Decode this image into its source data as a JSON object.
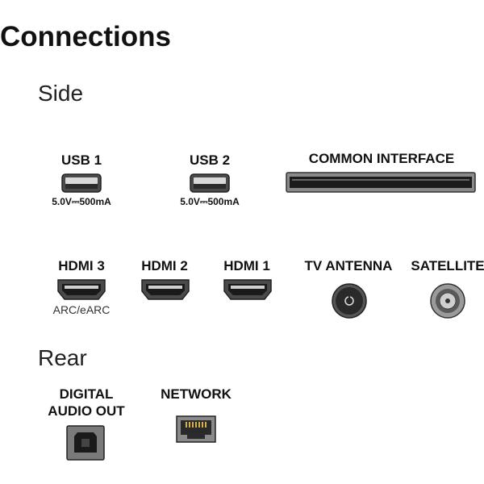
{
  "title": "Connections",
  "sections": {
    "side": "Side",
    "rear": "Rear"
  },
  "side": {
    "usb1": {
      "label": "USB 1",
      "rating": "5.0V⎓500mA"
    },
    "usb2": {
      "label": "USB 2",
      "rating": "5.0V⎓500mA"
    },
    "common_interface": {
      "label": "COMMON INTERFACE"
    },
    "hdmi3": {
      "label": "HDMI 3",
      "note": "ARC/eARC"
    },
    "hdmi2": {
      "label": "HDMI 2"
    },
    "hdmi1": {
      "label": "HDMI 1"
    },
    "tv_antenna": {
      "label": "TV ANTENNA"
    },
    "satellite": {
      "label": "SATELLITE"
    }
  },
  "rear": {
    "digital_audio_out": {
      "label_line1": "DIGITAL",
      "label_line2": "AUDIO OUT"
    },
    "network": {
      "label": "NETWORK"
    }
  },
  "icons": {
    "usb": "usb-port-icon",
    "ci_slot": "common-interface-slot-icon",
    "hdmi": "hdmi-port-icon",
    "antenna": "coax-antenna-port-icon",
    "satellite": "satellite-f-connector-icon",
    "optical": "optical-audio-port-icon",
    "ethernet": "ethernet-port-icon"
  }
}
